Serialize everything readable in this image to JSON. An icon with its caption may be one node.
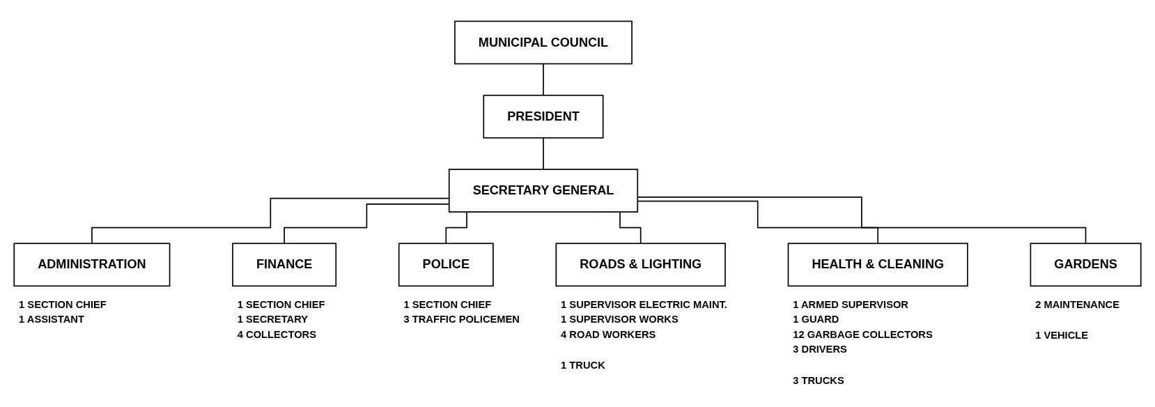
{
  "diagram": {
    "nodes": [
      {
        "text": [
          "MUNICIPAL COUNCIL"
        ]
      },
      {
        "text": [
          "PRESIDENT"
        ]
      },
      {
        "text": [
          "SECRETARY GENERAL"
        ]
      },
      {
        "text": [
          "ADMINISTRATION"
        ],
        "beside": [
          "1 SECTION CHIEF",
          "1 ASSISTANT"
        ]
      },
      {
        "text": [
          "FINANCE"
        ],
        "beside": [
          "1 SECTION CHIEF",
          "1 SECRETARY",
          "4 COLLECTORS"
        ]
      },
      {
        "text": [
          "POLICE"
        ],
        "beside": [
          "1 SECTION CHIEF",
          "3 TRAFFIC POLICEMEN"
        ]
      },
      {
        "text": [
          "ROADS & LIGHTING"
        ],
        "beside": [
          "1 SUPERVISOR ELECTRIC MAINT.",
          "1 SUPERVISOR WORKS",
          "4 ROAD WORKERS",
          "1 TRUCK"
        ]
      },
      {
        "text": [
          "HEALTH & CLEANING"
        ],
        "beside": [
          "1 ARMED SUPERVISOR",
          "1 GUARD",
          "12 GARBAGE COLLECTORS",
          "3 DRIVERS",
          "3 TRUCKS"
        ]
      },
      {
        "text": [
          "GARDENS"
        ],
        "beside": [
          "2 MAINTENANCE",
          "1 VEHICLE"
        ]
      }
    ],
    "edges": [
      {
        "from": 0,
        "to": 1,
        "arrow": "none"
      },
      {
        "from": 1,
        "to": 2,
        "arrow": "none"
      },
      {
        "from": 2,
        "to": 3,
        "arrow": "none"
      },
      {
        "from": 2,
        "to": 4,
        "arrow": "none"
      },
      {
        "from": 2,
        "to": 5,
        "arrow": "none"
      },
      {
        "from": 2,
        "to": 6,
        "arrow": "none"
      },
      {
        "from": 2,
        "to": 7,
        "arrow": "none"
      },
      {
        "from": 2,
        "to": 8,
        "arrow": "none"
      }
    ]
  }
}
